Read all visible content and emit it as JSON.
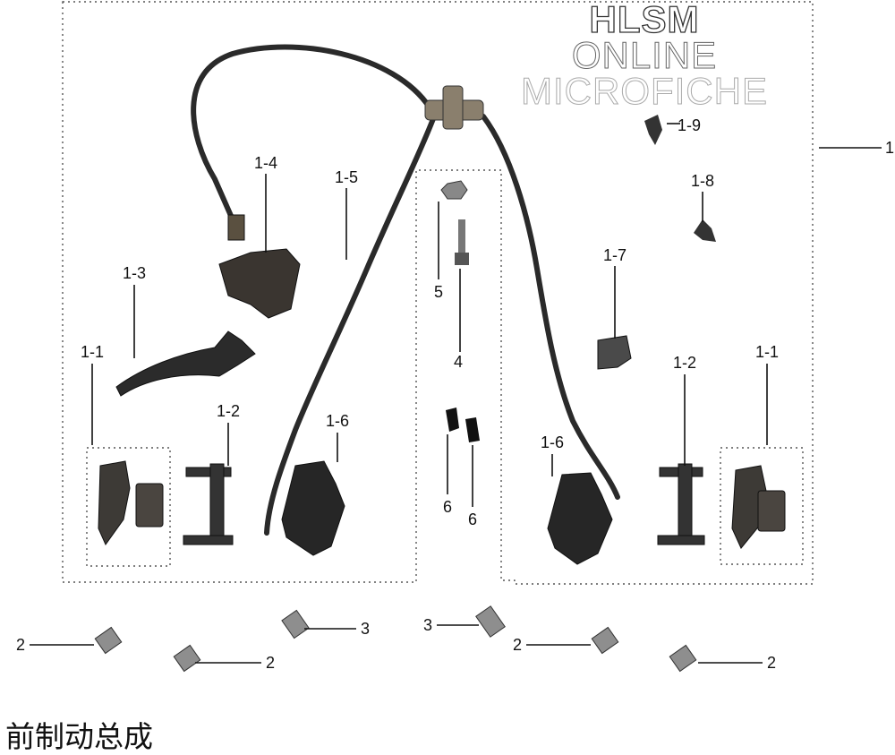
{
  "title": "前制动总成",
  "watermark": {
    "line1": "HLSM",
    "line2": "ONLINE",
    "line3": "MICROFICHE"
  },
  "callouts": {
    "assembly": "1",
    "pad_left": "1-1",
    "bracket_left": "1-2",
    "lever": "1-3",
    "master_cylinder": "1-4",
    "hose": "1-5",
    "caliper_left": "1-6",
    "switch": "1-7",
    "clamp_a": "1-8",
    "clamp_b": "1-9",
    "nut": "5",
    "bolt": "4",
    "clip_a": "6",
    "clip_b": "6",
    "caliper_right": "1-6",
    "bracket_right": "1-2",
    "pad_right": "1-1",
    "screw_2a": "2",
    "screw_2b": "2",
    "screw_3a": "3",
    "screw_3b": "3",
    "screw_2c": "2",
    "screw_2d": "2"
  }
}
